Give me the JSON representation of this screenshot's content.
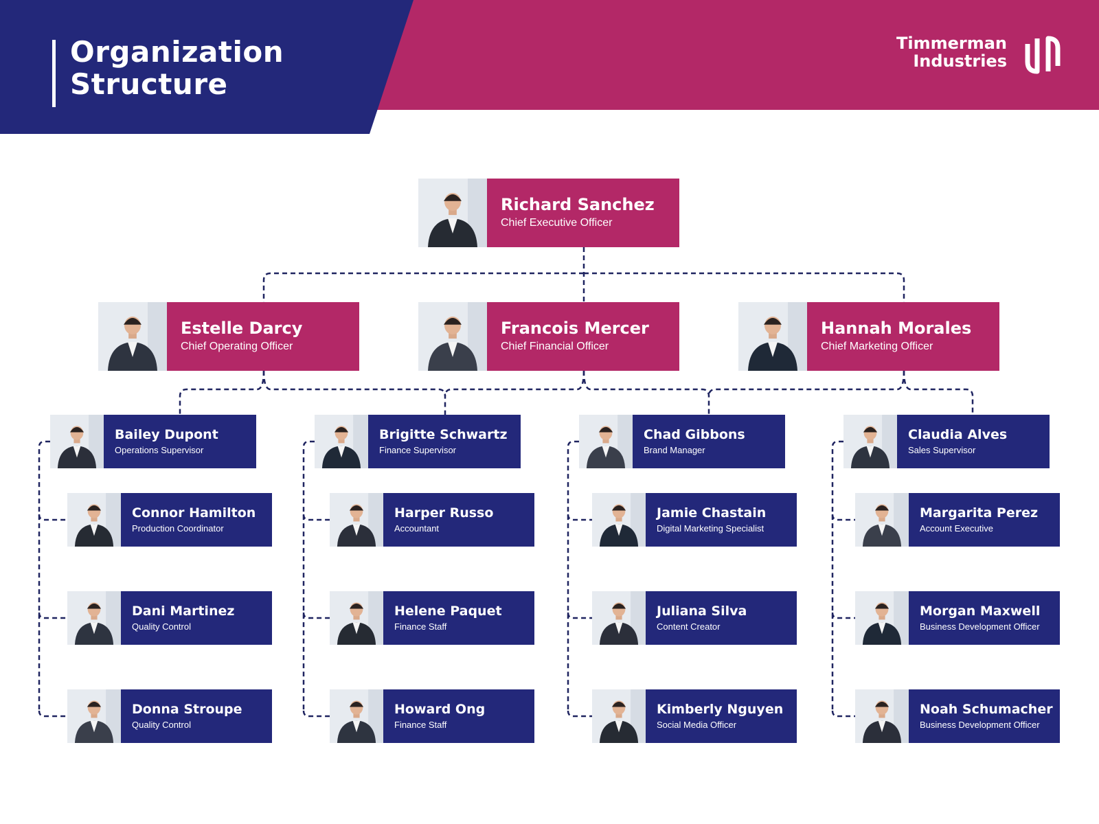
{
  "title": {
    "line1": "Organization",
    "line2": "Structure"
  },
  "brand": {
    "line1": "Timmerman",
    "line2": "Industries",
    "logo_icon": "stylized-wm-logo-icon"
  },
  "colors": {
    "navy": "#23287a",
    "magenta": "#b32867",
    "connector": "#1f2460",
    "background": "#ffffff"
  },
  "ceo": {
    "name": "Richard Sanchez",
    "role": "Chief Executive Officer"
  },
  "executives": [
    {
      "name": "Estelle Darcy",
      "role": "Chief Operating Officer"
    },
    {
      "name": "Francois Mercer",
      "role": "Chief Financial Officer"
    },
    {
      "name": "Hannah Morales",
      "role": "Chief Marketing Officer"
    }
  ],
  "teams": [
    {
      "lead": {
        "name": "Bailey Dupont",
        "role": "Operations Supervisor"
      },
      "members": [
        {
          "name": "Connor Hamilton",
          "role": "Production Coordinator"
        },
        {
          "name": "Dani Martinez",
          "role": "Quality Control"
        },
        {
          "name": "Donna Stroupe",
          "role": "Quality Control"
        }
      ]
    },
    {
      "lead": {
        "name": "Brigitte Schwartz",
        "role": "Finance Supervisor"
      },
      "members": [
        {
          "name": "Harper Russo",
          "role": "Accountant"
        },
        {
          "name": "Helene Paquet",
          "role": "Finance Staff"
        },
        {
          "name": "Howard Ong",
          "role": "Finance Staff"
        }
      ]
    },
    {
      "lead": {
        "name": "Chad Gibbons",
        "role": "Brand Manager"
      },
      "members": [
        {
          "name": "Jamie Chastain",
          "role": "Digital Marketing Specialist"
        },
        {
          "name": "Juliana Silva",
          "role": "Content Creator"
        },
        {
          "name": "Kimberly Nguyen",
          "role": "Social Media Officer"
        }
      ]
    },
    {
      "lead": {
        "name": "Claudia Alves",
        "role": "Sales Supervisor"
      },
      "members": [
        {
          "name": "Margarita Perez",
          "role": "Account Executive"
        },
        {
          "name": "Morgan Maxwell",
          "role": "Business Development Officer"
        },
        {
          "name": "Noah Schumacher",
          "role": "Business Development Officer"
        }
      ]
    }
  ]
}
